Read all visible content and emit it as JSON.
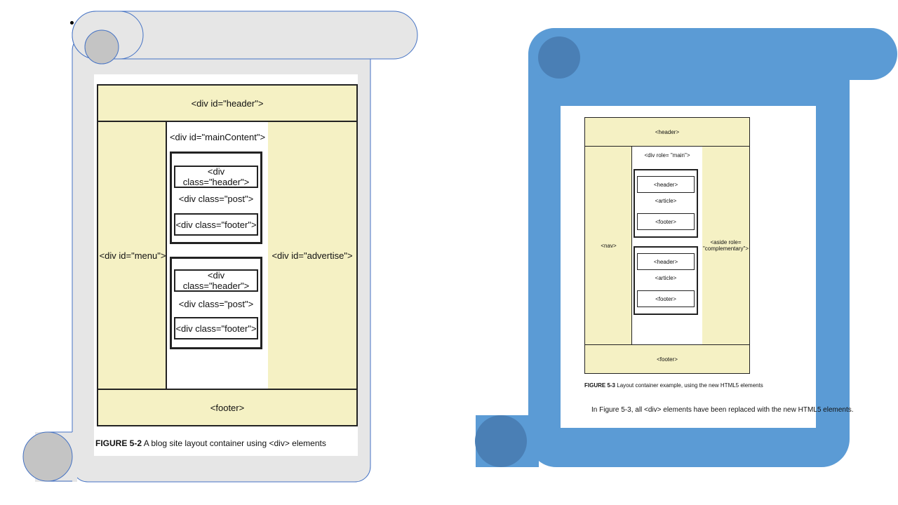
{
  "left_figure": {
    "header": "<div id=\"header\">",
    "main_content": "<div id=\"mainContent\">",
    "menu": "<div id=\"menu\">",
    "advertise": "<div id=\"advertise\">",
    "post_blocks": [
      {
        "header": "<div class=\"header\">",
        "post": "<div class=\"post\">",
        "footer": "<div class=\"footer\">"
      },
      {
        "header": "<div class=\"header\">",
        "post": "<div class=\"post\">",
        "footer": "<div class=\"footer\">"
      }
    ],
    "footer": "<footer>",
    "caption_label": "FIGURE 5-2",
    "caption_text": "A blog site layout container using <div> elements"
  },
  "right_figure": {
    "header": "<header>",
    "main_role": "<div role= \"main\">",
    "nav": "<nav>",
    "aside": "<aside role= \"complementary\">",
    "article_blocks": [
      {
        "header": "<header>",
        "article": "<article>",
        "footer": "<footer>"
      },
      {
        "header": "<header>",
        "article": "<article>",
        "footer": "<footer>"
      }
    ],
    "footer": "<footer>",
    "caption_label": "FIGURE 5-3",
    "caption_text": "Layout container example, using the new HTML5 elements",
    "body_text": "In Figure 5-3, all <div> elements have been replaced with the new HTML5 elements."
  },
  "colors": {
    "left_scroll_fill": "#e6e6e6",
    "left_scroll_curl": "#c4c4c4",
    "left_scroll_stroke": "#4472c4",
    "right_scroll_fill": "#5b9bd5",
    "right_scroll_curl": "#4a7fb5",
    "diagram_yellow": "#f5f1c4"
  }
}
